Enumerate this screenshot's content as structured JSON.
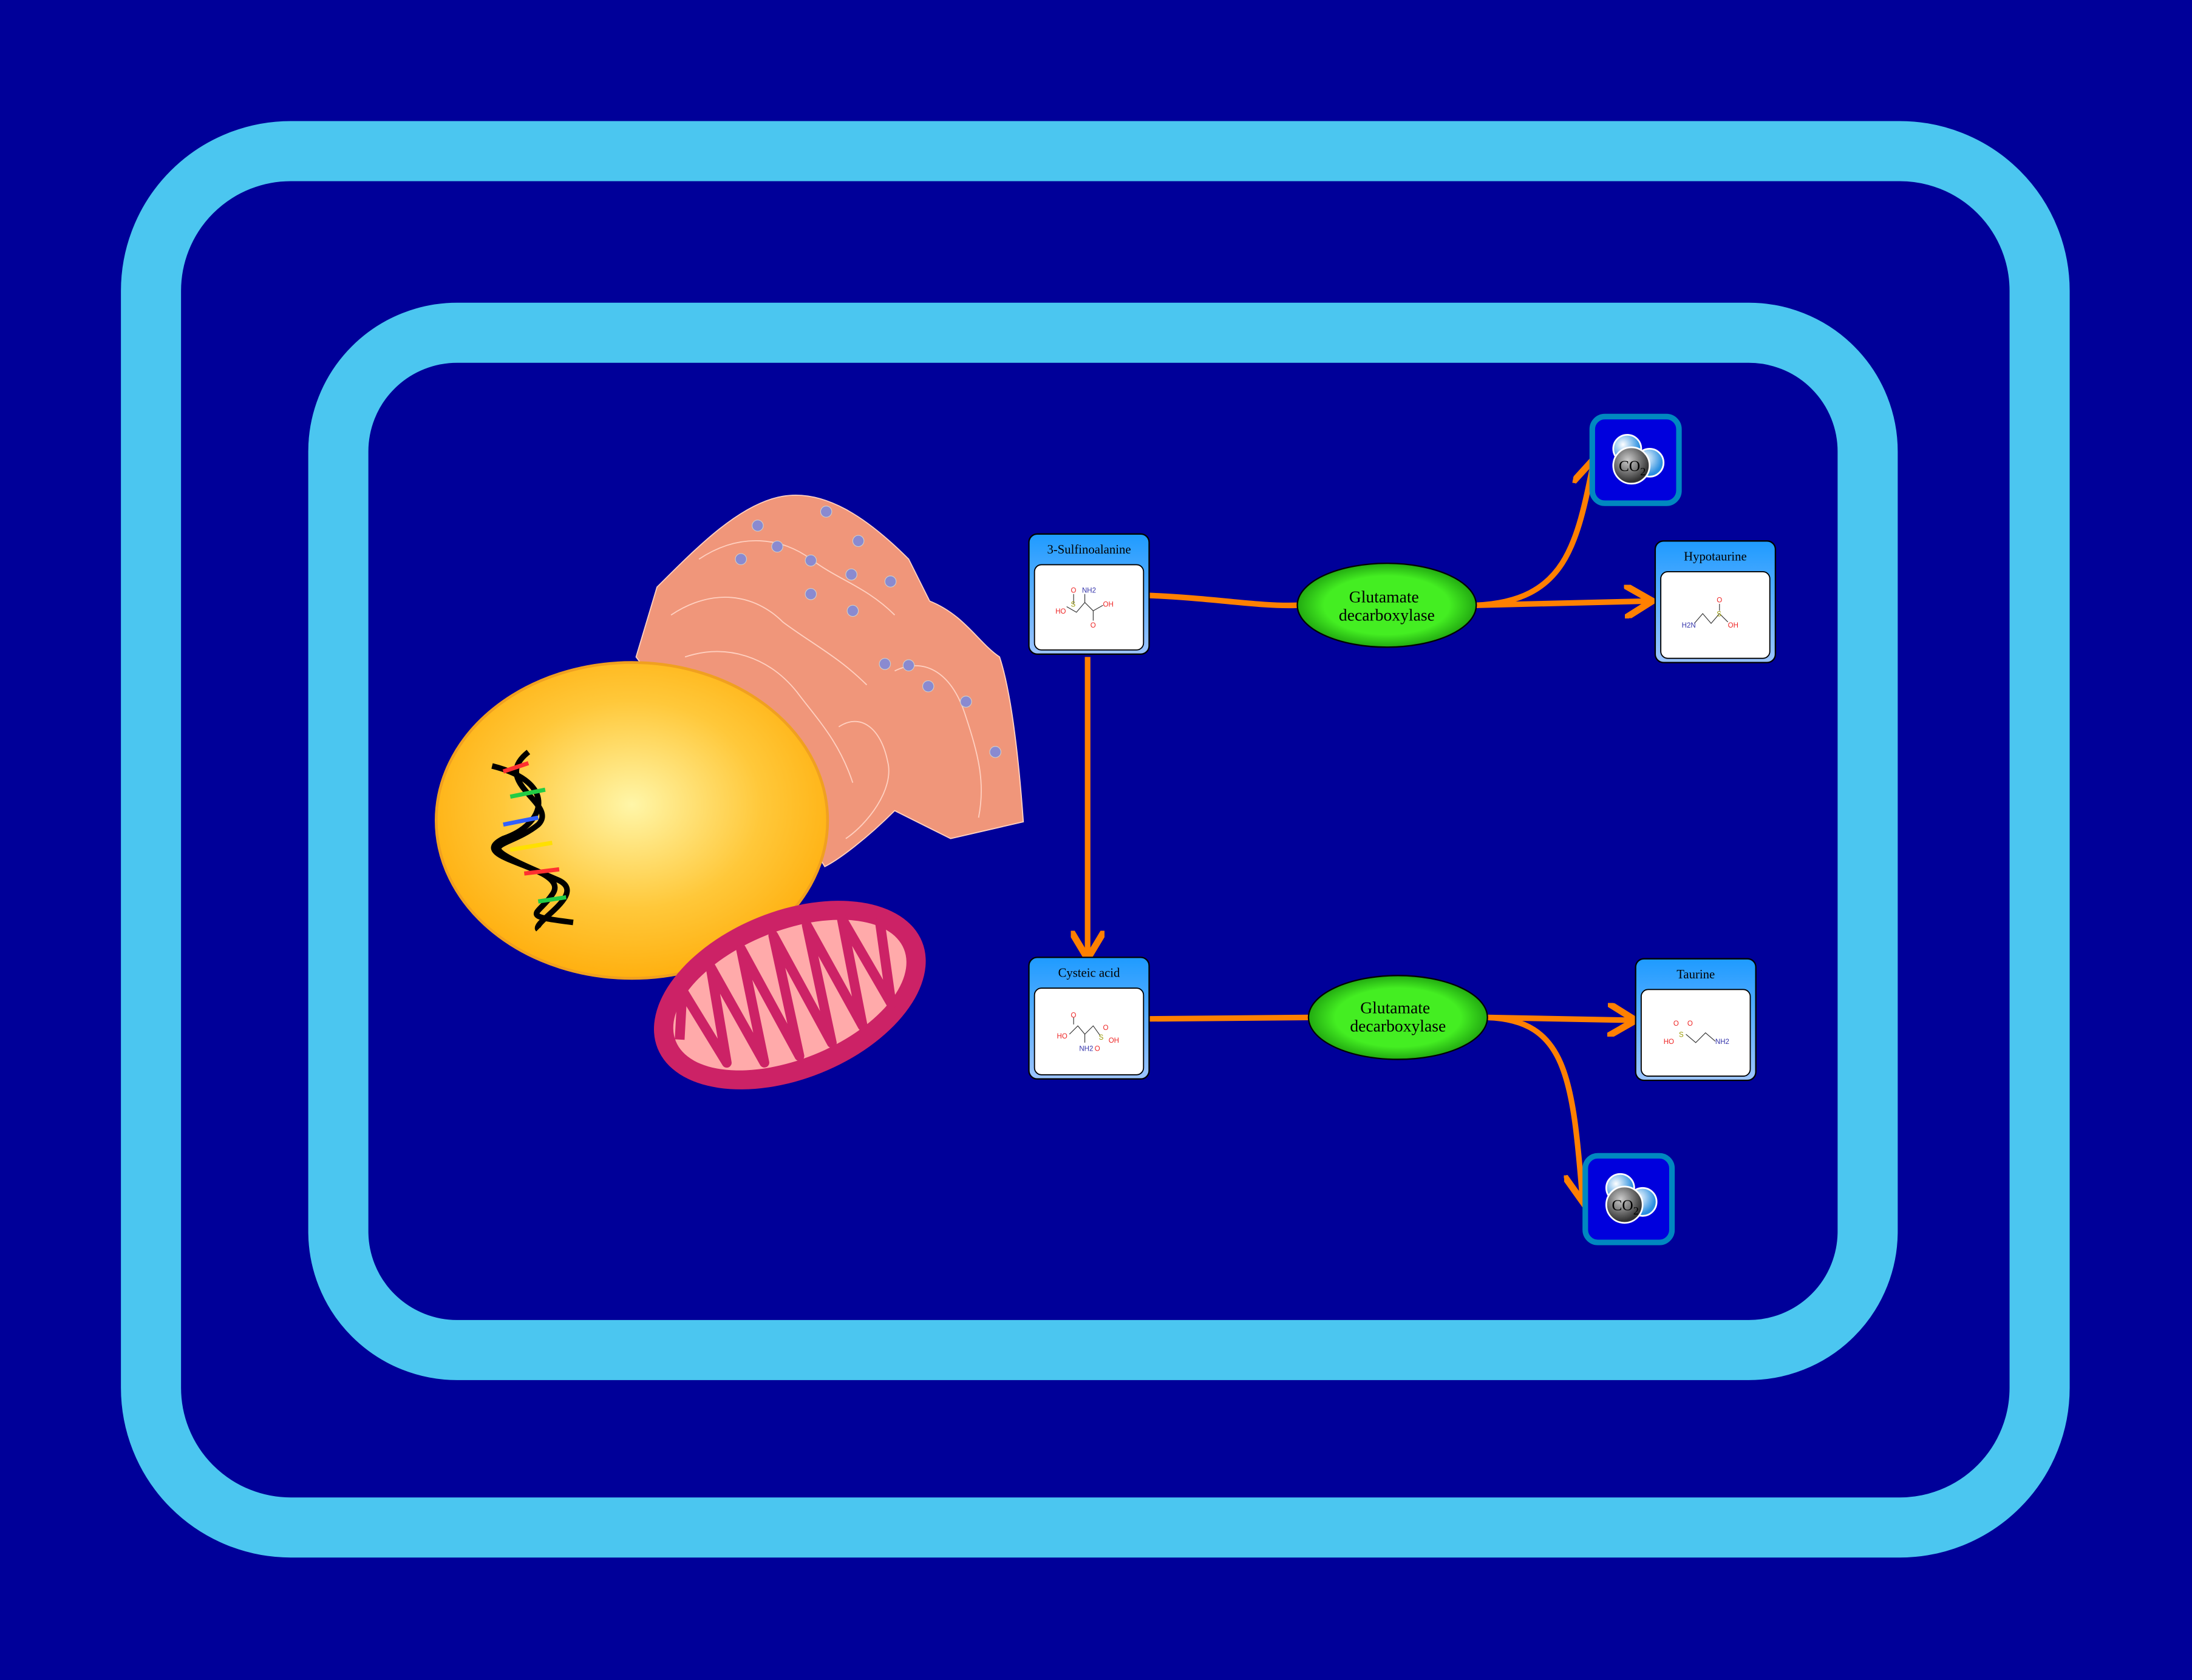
{
  "colors": {
    "background": "#000099",
    "membrane": "#4bc6f0",
    "arrow": "#ff8000",
    "enzyme": "#44ee22",
    "node_header": "#1e9bff",
    "co2_box": "#0000dd"
  },
  "metabolites": {
    "sulfinoalanine": {
      "label": "3-Sulfinoalanine",
      "atoms": [
        "O",
        "NH2",
        "OH",
        "HO",
        "S",
        "O"
      ]
    },
    "hypotaurine": {
      "label": "Hypotaurine",
      "atoms": [
        "O",
        "S",
        "OH",
        "H2N"
      ]
    },
    "cysteic_acid": {
      "label": "Cysteic acid",
      "atoms": [
        "O",
        "HO",
        "NH2",
        "O",
        "S",
        "O",
        "OH"
      ]
    },
    "taurine": {
      "label": "Taurine",
      "atoms": [
        "O",
        "O",
        "S",
        "HO",
        "NH2"
      ]
    }
  },
  "enzymes": [
    {
      "line1": "Glutamate",
      "line2": "decarboxylase"
    },
    {
      "line1": "Glutamate",
      "line2": "decarboxylase"
    }
  ],
  "co2": {
    "label": "CO",
    "subscript": "2"
  }
}
